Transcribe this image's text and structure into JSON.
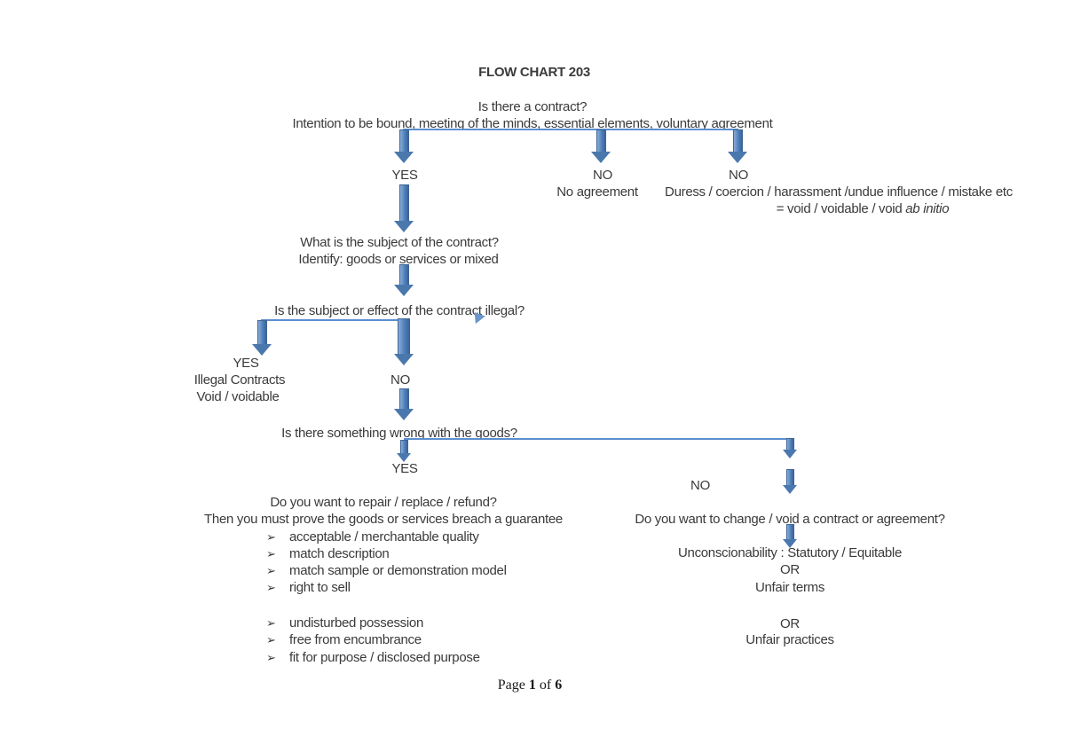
{
  "page": {
    "title": "FLOW CHART 203",
    "footer": {
      "prefix": "Page ",
      "page_num": "1",
      "of": " of ",
      "total": "6"
    }
  },
  "flow": {
    "q1": {
      "line1": "Is there a contract?",
      "line2": "Intention to be bound, meeting of the minds, essential elements, voluntary agreement"
    },
    "branch1": {
      "yes_label": "YES",
      "no1_label": "NO",
      "no1_text": "No agreement",
      "no2_label": "NO",
      "no2_text": "Duress / coercion / harassment /undue influence / mistake etc",
      "no2_result_prefix": "= void / voidable / void ",
      "no2_result_italic": "ab initio"
    },
    "q2": {
      "line1": "What is the subject of the contract?",
      "line2": "Identify: goods or services or mixed"
    },
    "q3": {
      "text": "Is the subject or effect of the contract illegal?"
    },
    "branch3": {
      "yes_label": "YES",
      "yes_line1": "Illegal Contracts",
      "yes_line2": "Void / voidable",
      "no_label": "NO"
    },
    "q4": {
      "text": "Is there something wrong with the goods?"
    },
    "branch4": {
      "yes_label": "YES",
      "no_label": "NO"
    },
    "yes_path": {
      "line1": "Do you want to repair / replace / refund?",
      "line2": "Then you must prove the goods or services breach a guarantee",
      "bullet_glyph": "➢",
      "bullets_group1": [
        "acceptable / merchantable quality",
        "match description",
        "match sample or demonstration model",
        "right to sell"
      ],
      "bullets_group2": [
        "undisturbed possession",
        "free from encumbrance",
        "fit for purpose / disclosed purpose"
      ]
    },
    "no_path": {
      "question": "Do you want to change / void a contract or agreement?",
      "option1": "Unconscionability : Statutory / Equitable",
      "or1": "OR",
      "option2": "Unfair terms",
      "or2": "OR",
      "option3": "Unfair practices"
    }
  },
  "colors": {
    "arrow_fill": "#4f81bd",
    "arrow_border": "#3e6695",
    "connector_line": "#5b8fd0",
    "text": "#3a3a3a"
  }
}
